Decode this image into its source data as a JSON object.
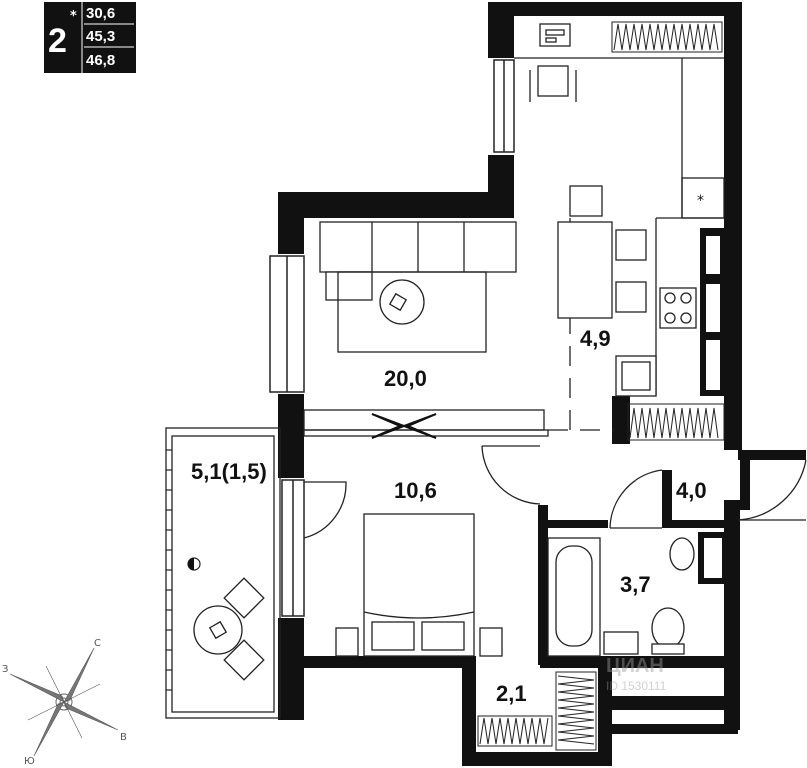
{
  "badge": {
    "rooms": "2",
    "star": "*",
    "areas": [
      "30,6",
      "45,3",
      "46,8"
    ]
  },
  "rooms": {
    "living": "20,0",
    "kitchen": "4,9",
    "bedroom": "10,6",
    "balcony": "5,1(1,5)",
    "hall": "4,0",
    "bathroom": "3,7",
    "storage": "2,1"
  },
  "compass": {
    "north": "С",
    "south": "Ю",
    "east": "В",
    "west": "З"
  },
  "watermark": {
    "brand": "ЦИАН",
    "id": "ID 1530111"
  },
  "colors": {
    "wall": "#111111",
    "line": "#222222",
    "badge_bg": "#111111"
  }
}
